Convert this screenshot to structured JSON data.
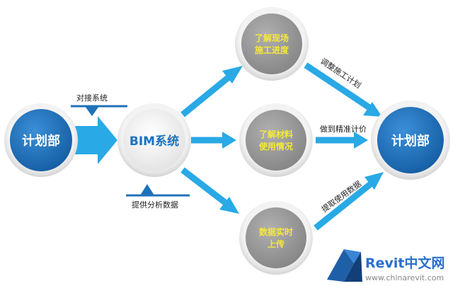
{
  "colors": {
    "flow_blue": "#29a9e6",
    "dark_blue": "#1f72b8",
    "grey_node": "#9b9b9b",
    "node_yellow": "#f5e83a",
    "bim_blue": "#1a72c2",
    "watermark_blue": "#2a6fcf",
    "watermark_grey": "#888888"
  },
  "nodes": {
    "planning_left": "计划部",
    "bim_system": "BIM系统",
    "site_progress": [
      "了解现场",
      "施工进度"
    ],
    "material_use": [
      "了解材料",
      "使用情况"
    ],
    "realtime_upload": [
      "数据实时",
      "上传"
    ],
    "planning_right": "计划部"
  },
  "labels": {
    "connect_system": "对接系统",
    "provide_analysis": "提供分析数据",
    "adjust_plan": "调整施工计划",
    "precise_pricing": "做到精准计价",
    "extract_usage": "提取使用数据"
  },
  "watermark": {
    "brand": "Revit中文网",
    "url": "www.chinarevit.com",
    "icon": "revit-logo-icon"
  }
}
